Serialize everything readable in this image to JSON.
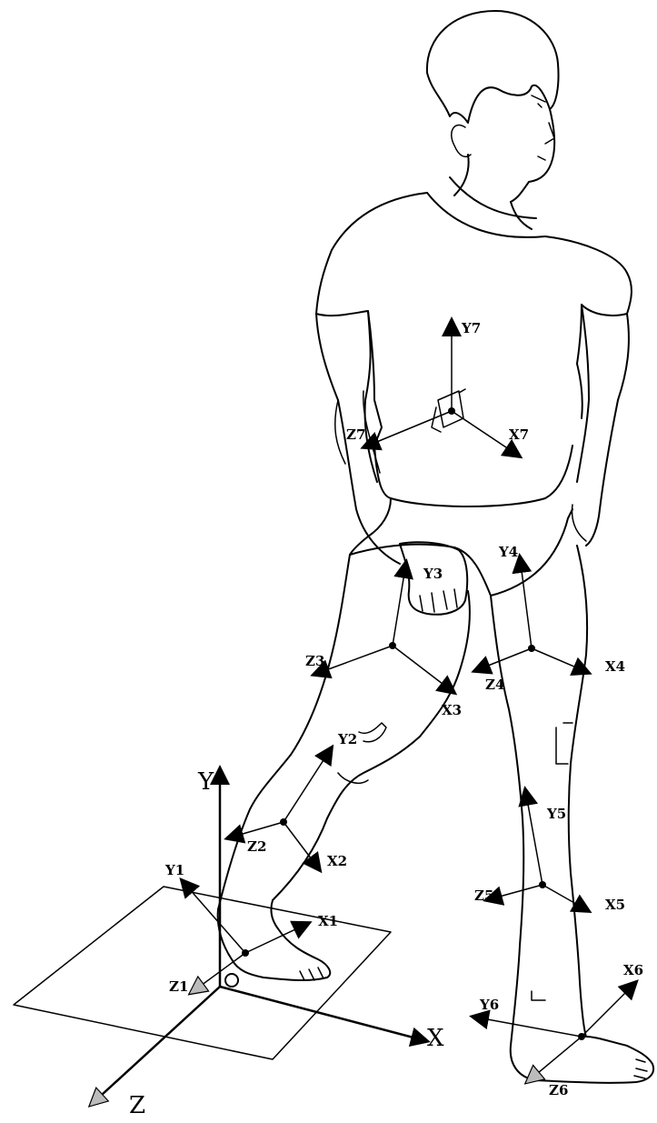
{
  "labels": {
    "y7": "Y7",
    "x7": "X7",
    "z7": "Z7",
    "y3": "Y3",
    "x3": "X3",
    "z3": "Z3",
    "y4": "Y4",
    "x4": "X4",
    "z4": "Z4",
    "y2": "Y2",
    "x2": "X2",
    "z2": "Z2",
    "y5": "Y5",
    "x5": "X5",
    "z5": "Z5",
    "y1": "Y1",
    "x1": "X1",
    "z1": "Z1",
    "y6": "Y6",
    "x6": "X6",
    "z6": "Z6",
    "global_y": "Y",
    "global_x": "X",
    "global_z": "Z"
  },
  "colors": {
    "ink": "#000000",
    "paper": "#ffffff"
  }
}
